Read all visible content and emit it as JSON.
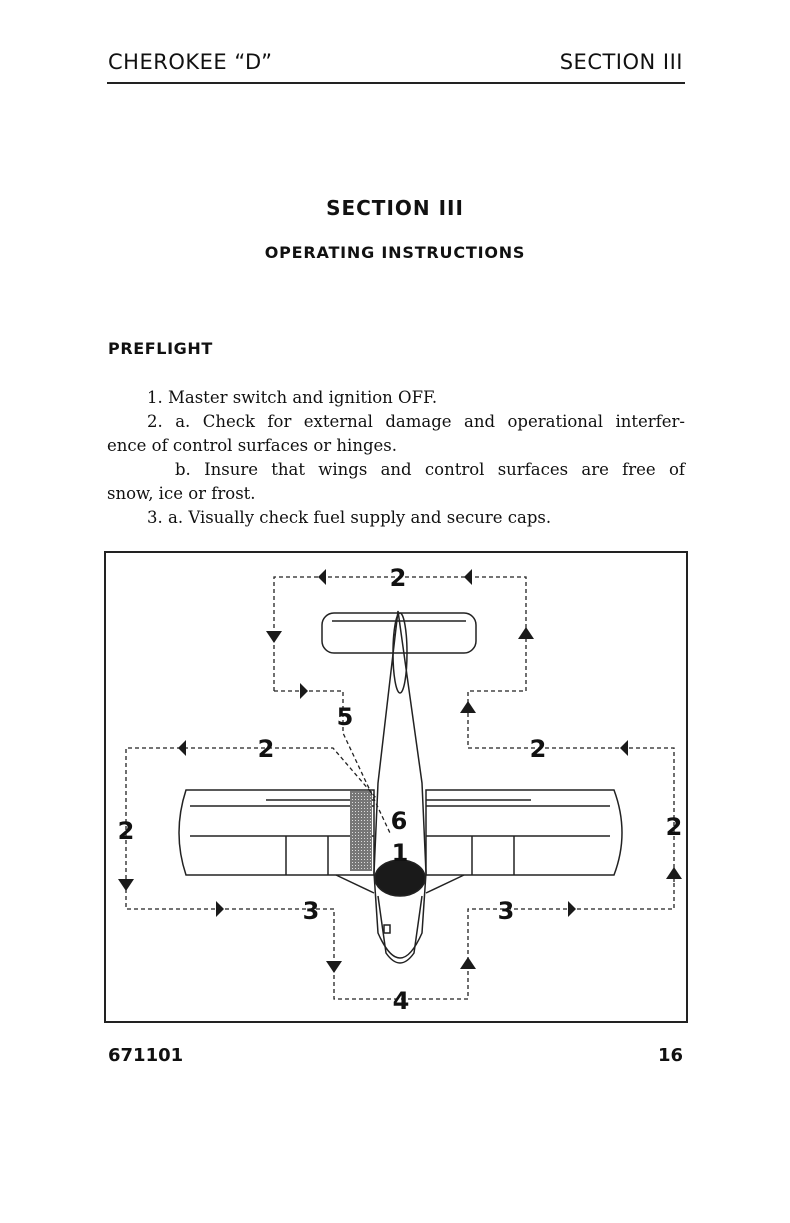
{
  "header": {
    "left": "CHEROKEE “D”",
    "right": "SECTION III"
  },
  "section": {
    "title": "SECTION III",
    "subtitle": "OPERATING INSTRUCTIONS"
  },
  "preflight": {
    "heading": "PREFLIGHT",
    "lines": [
      "1.  Master switch and ignition OFF.",
      "2.  a.  Check for external damage and operational interfer-",
      "ence of control surfaces or hinges.",
      "b.  Insure that wings and control surfaces are free of",
      "snow, ice or frost.",
      "3.  a.  Visually check fuel supply and secure caps."
    ]
  },
  "figure": {
    "labels": [
      "2",
      "5",
      "2",
      "2",
      "6",
      "1",
      "2",
      "2",
      "3",
      "3",
      "4"
    ]
  },
  "footer": {
    "left": "671101",
    "right": "16"
  }
}
